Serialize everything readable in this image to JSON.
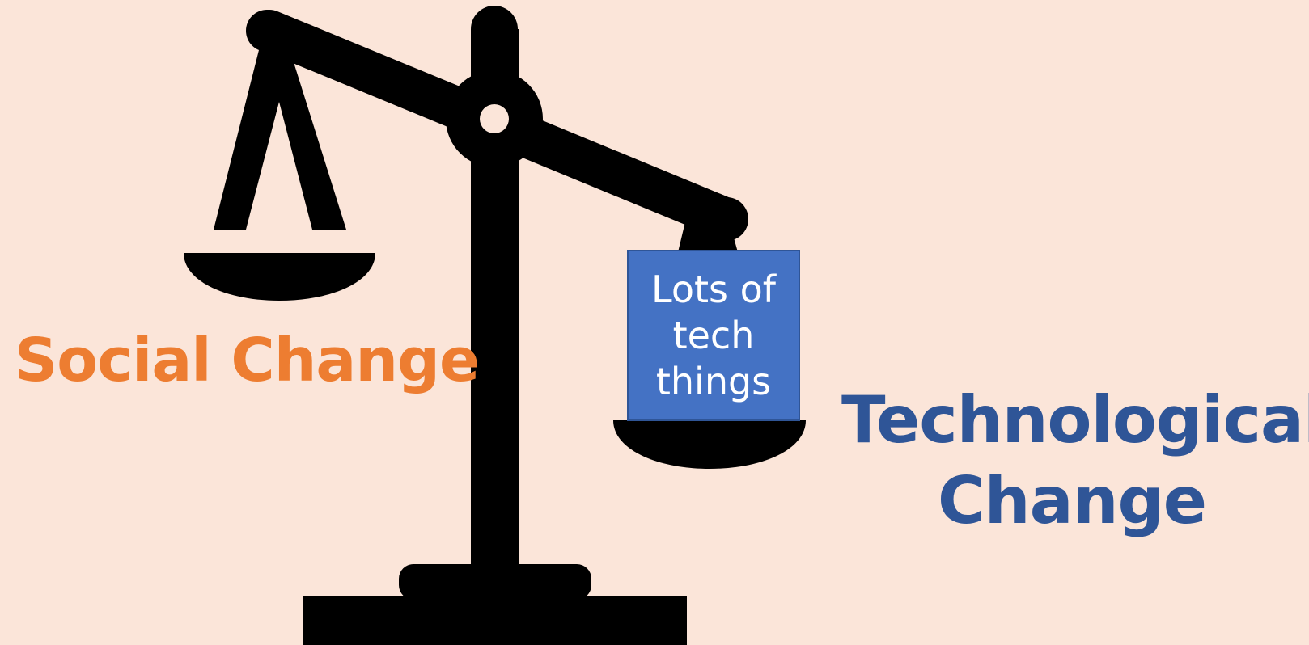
{
  "labels": {
    "social": "Social Change",
    "technological_line1": "Technological",
    "technological_line2": "Change",
    "weight_box": "Lots of tech things"
  },
  "colors": {
    "background": "#fbe5d9",
    "scale": "#000000",
    "social": "#ed7d31",
    "technological": "#2f5597",
    "weight_box": "#4472c4",
    "weight_text": "#ffffff"
  },
  "icons": {
    "scale": "balance-scale-icon"
  }
}
